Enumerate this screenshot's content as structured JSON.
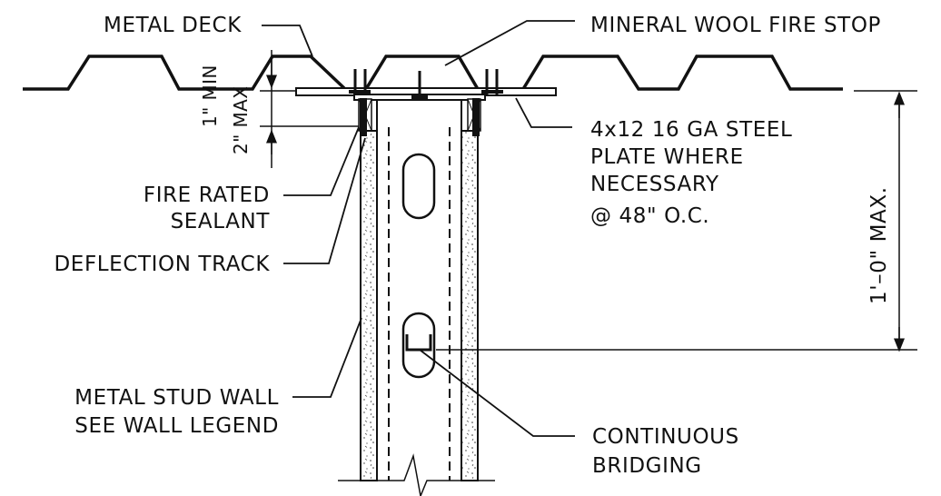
{
  "labels": {
    "metal_deck": "METAL DECK",
    "mineral_wool": "MINERAL WOOL FIRE STOP",
    "steel_plate_1": "4x12  16 GA STEEL",
    "steel_plate_2": "PLATE WHERE",
    "steel_plate_3": "NECESSARY",
    "steel_plate_4": "@  48\"  O.C.",
    "fire_sealant_1": "FIRE RATED",
    "fire_sealant_2": "SEALANT",
    "deflection_track": "DEFLECTION TRACK",
    "stud_wall_1": "METAL STUD WALL",
    "stud_wall_2": "SEE WALL LEGEND",
    "bridging_1": "CONTINUOUS",
    "bridging_2": "BRIDGING"
  },
  "dimensions": {
    "gap_min": "1\"  MIN",
    "gap_max": "2\"  MAX",
    "max_height": "1'–0\"  MAX."
  },
  "colors": {
    "line": "#111111",
    "background": "#ffffff"
  }
}
